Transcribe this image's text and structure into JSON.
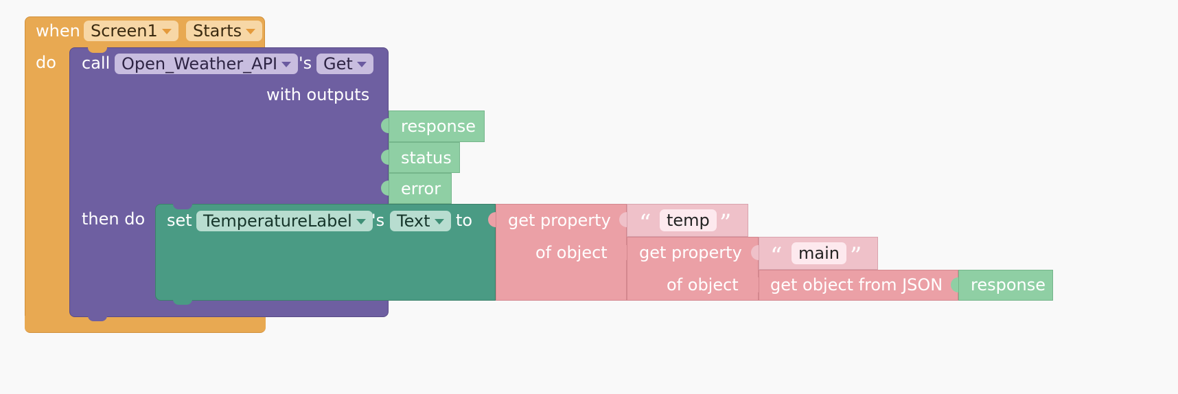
{
  "event_block": {
    "when_label": "when",
    "component": "Screen1",
    "event": "Starts",
    "do_label": "do",
    "color": "#e8a952"
  },
  "call_block": {
    "call_label": "call",
    "component": "Open_Weather_API",
    "possessive": "'s",
    "method": "Get",
    "with_outputs_label": "with outputs",
    "outputs": [
      "response",
      "status",
      "error"
    ],
    "then_do_label": "then do",
    "color": "#6e5fa1"
  },
  "set_block": {
    "set_label": "set",
    "component": "TemperatureLabel",
    "possessive": "'s",
    "property": "Text",
    "to_label": "to",
    "color": "#4a9b84"
  },
  "dictionary_blocks": {
    "get_property_label": "get property",
    "of_object_label": "of object",
    "key_outer": "temp",
    "key_inner": "main",
    "json_label": "get object from JSON",
    "json_arg": "response",
    "color": "#eba0a6",
    "string_color": "#efc1c9"
  },
  "quotes": {
    "open": "“",
    "close": "”"
  }
}
